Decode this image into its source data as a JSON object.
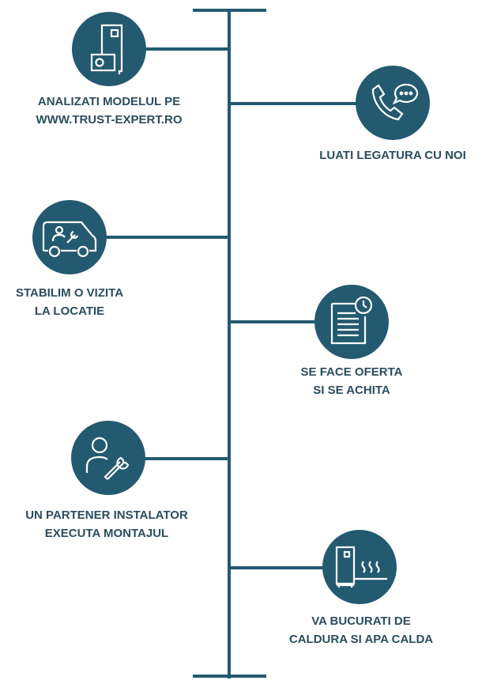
{
  "accent_color": "#235a70",
  "steps": [
    {
      "icon": "heat-pump-unit-icon",
      "lines": [
        "ANALIZATI MODELUL PE",
        "WWW.TRUST-EXPERT.RO"
      ]
    },
    {
      "icon": "phone-chat-icon",
      "lines": [
        "LUATI LEGATURA CU NOI"
      ]
    },
    {
      "icon": "service-van-icon",
      "lines": [
        "STABILIM O VIZITA",
        "LA LOCATIE"
      ]
    },
    {
      "icon": "document-clock-icon",
      "lines": [
        "SE FACE OFERTA",
        "SI SE ACHITA"
      ]
    },
    {
      "icon": "installer-wrench-icon",
      "lines": [
        "UN PARTENER INSTALATOR",
        "EXECUTA MONTAJUL"
      ]
    },
    {
      "icon": "heater-warmth-icon",
      "lines": [
        "VA BUCURATI DE",
        "CALDURA SI APA CALDA"
      ]
    }
  ]
}
